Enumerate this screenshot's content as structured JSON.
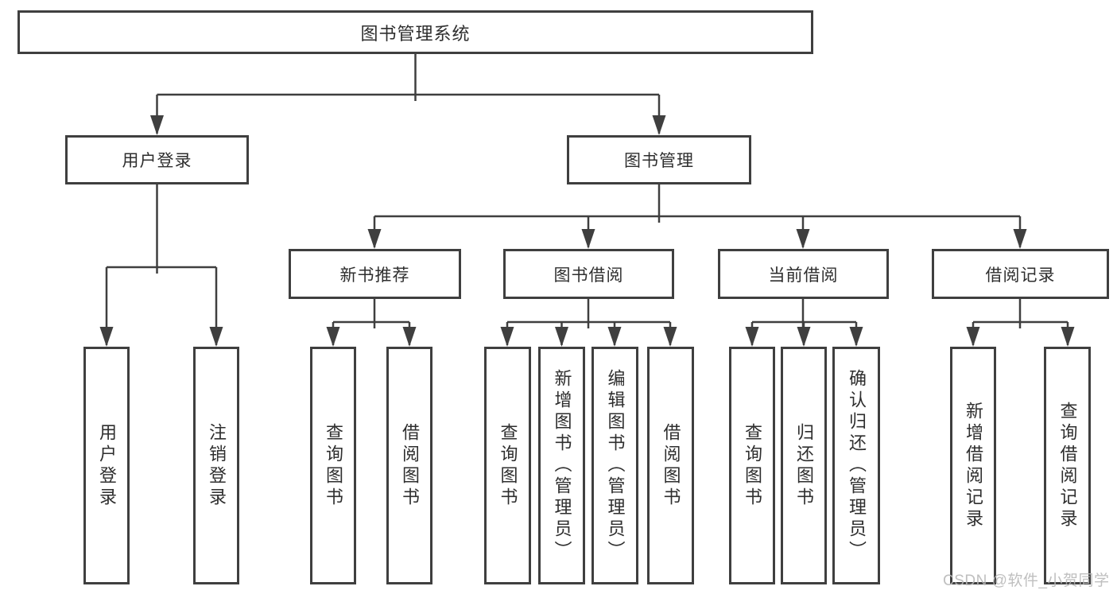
{
  "diagram": {
    "root": "图书管理系统",
    "level2": [
      {
        "label": "用户登录"
      },
      {
        "label": "图书管理"
      }
    ],
    "level3": [
      {
        "label": "新书推荐"
      },
      {
        "label": "图书借阅"
      },
      {
        "label": "当前借阅"
      },
      {
        "label": "借阅记录"
      }
    ],
    "leaves": [
      {
        "label": "用户登录"
      },
      {
        "label": "注销登录"
      },
      {
        "label": "查询图书"
      },
      {
        "label": "借阅图书"
      },
      {
        "label": "查询图书"
      },
      {
        "label": "新增图书（管理员）"
      },
      {
        "label": "编辑图书（管理员）"
      },
      {
        "label": "借阅图书"
      },
      {
        "label": "查询图书"
      },
      {
        "label": "归还图书"
      },
      {
        "label": "确认归还（管理员）"
      },
      {
        "label": "新增借阅记录"
      },
      {
        "label": "查询借阅记录"
      }
    ]
  },
  "watermark": "CSDN @软件_小贺同学",
  "colors": {
    "line": "#3f3f3f",
    "box_border": "#3f3f3f",
    "text": "#2e2e2e",
    "watermark": "#b8b8b8",
    "background": "#ffffff"
  }
}
